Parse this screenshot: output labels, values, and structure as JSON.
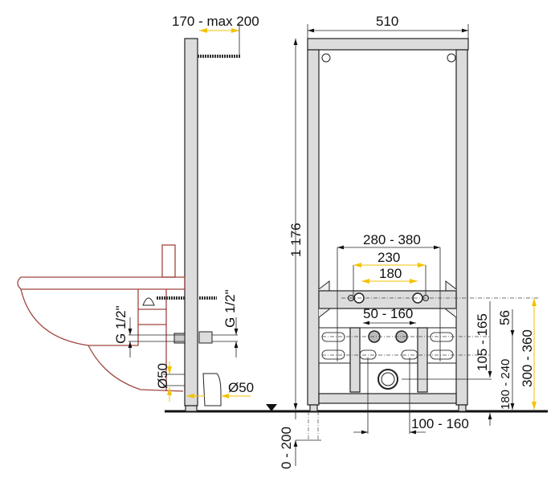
{
  "labels": {
    "side_projection": "170 - max 200",
    "frame_width": "510",
    "frame_height": "1 176",
    "outer_spacing": "280 - 380",
    "anchor_spacing_230": "230",
    "anchor_spacing_180": "180",
    "supply_spacing": "50 - 160",
    "drain_offset": "100 - 160",
    "supply_height_range": "105 - 165",
    "supply_offset_56": "56",
    "drain_height": "180 - 240",
    "anchor_height": "300 - 360",
    "foot_adjust": "0 - 200",
    "thread_left": "G 1/2\"",
    "thread_right": "G 1/2\"",
    "drain_dia_vertical": "Ø50",
    "drain_dia_horizontal": "Ø50"
  },
  "colors": {
    "frame": "#dcdcdc",
    "bidet_outline": "#a0463f",
    "highlight_dimension": "#f2c200"
  }
}
